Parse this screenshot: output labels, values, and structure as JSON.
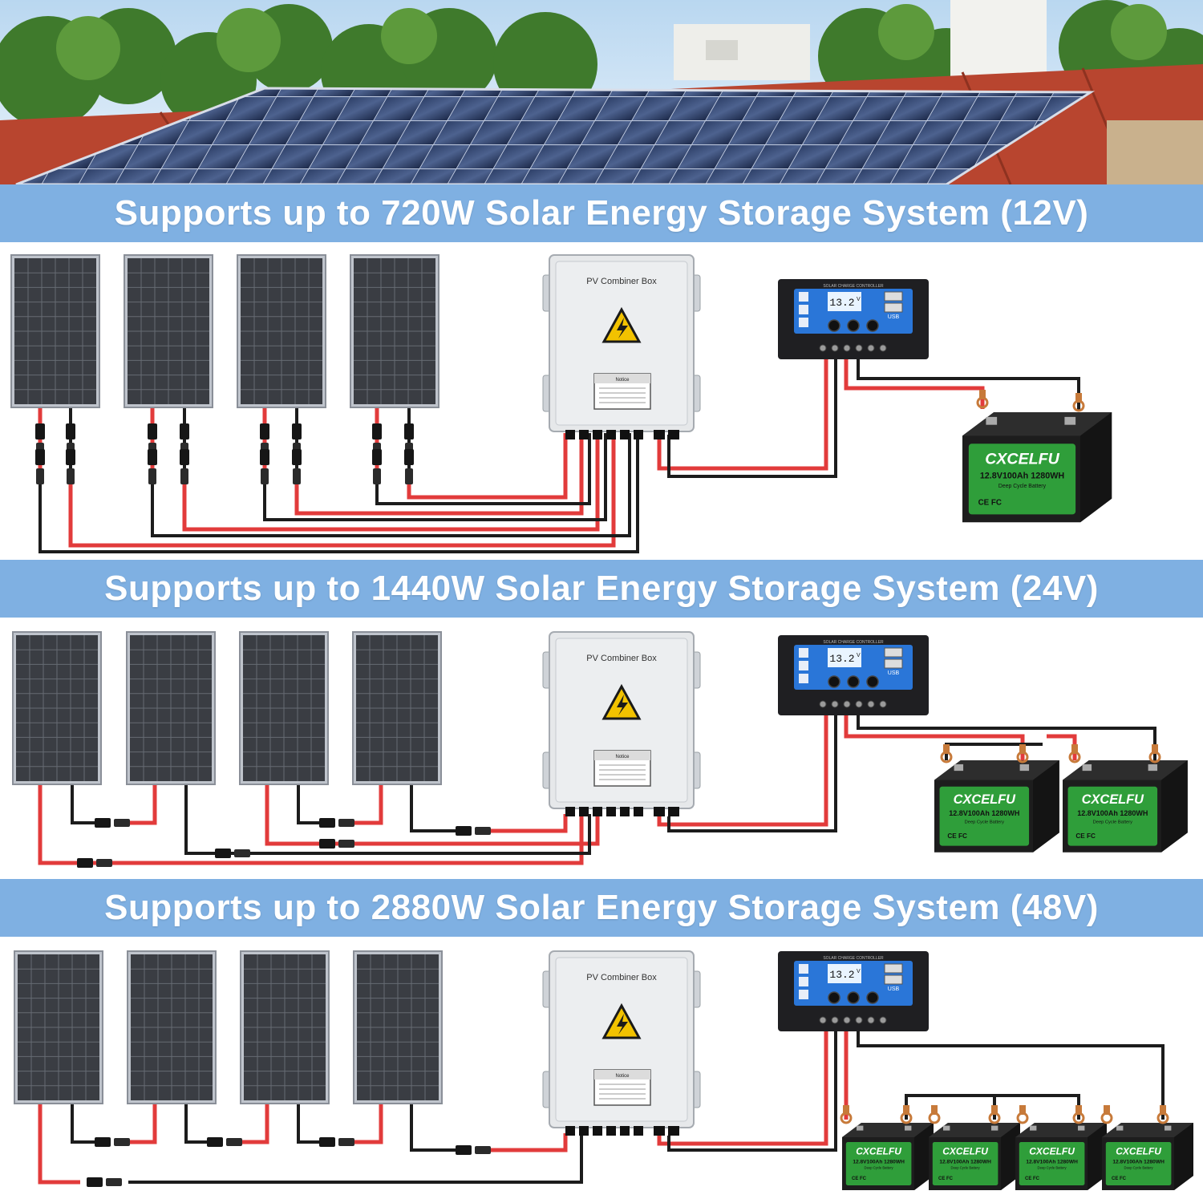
{
  "banners": [
    {
      "text": "Supports up to 720W Solar Energy Storage System (12V)"
    },
    {
      "text": "Supports up to 1440W Solar Energy Storage System (24V)"
    },
    {
      "text": "Supports up to 2880W Solar Energy Storage System (48V)"
    }
  ],
  "combiner_box": {
    "label": "PV Combiner Box",
    "notice": "Notice"
  },
  "controller": {
    "header": "SOLAR CHARGE CONTROLLER",
    "display": "13.2",
    "unit": "V",
    "usb": "USB"
  },
  "battery": {
    "brand": "CXCELFU",
    "spec": "12.8V100Ah 1280WH",
    "type": "Deep Cycle Battery",
    "marks": "CE FC"
  },
  "colors": {
    "banner": "#7fb0e2",
    "wire_red": "#e23b3b",
    "wire_black": "#1c1c1c",
    "battery_green": "#2f9e3a",
    "screen_blue": "#2a76d8"
  }
}
